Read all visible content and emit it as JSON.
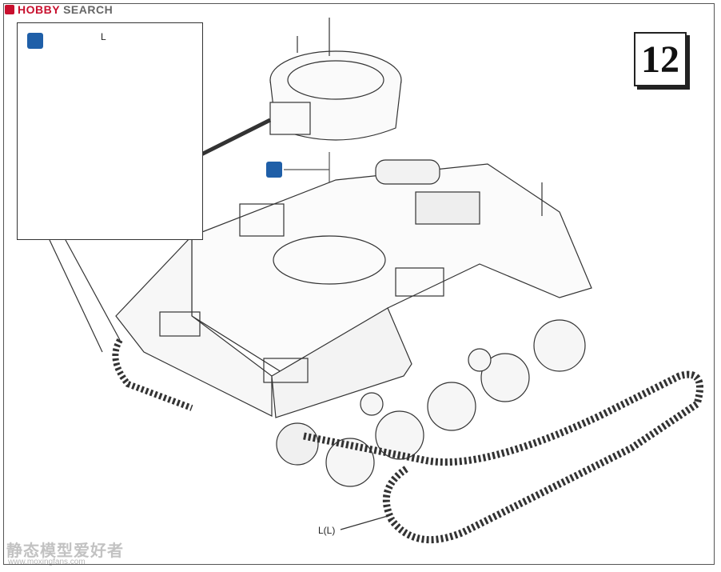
{
  "watermark_top": {
    "brand": "HOBBY",
    "suffix": "SEARCH"
  },
  "step": {
    "number": "12"
  },
  "inset": {
    "part_label": "L",
    "glue_icon": "paint-brush-icon"
  },
  "callout": {
    "track_label": "L(L)",
    "cement_icon": "cement-bottle-icon"
  },
  "watermark_bottom": {
    "text": "静态模型爱好者",
    "url": "www.moxingfans.com"
  }
}
